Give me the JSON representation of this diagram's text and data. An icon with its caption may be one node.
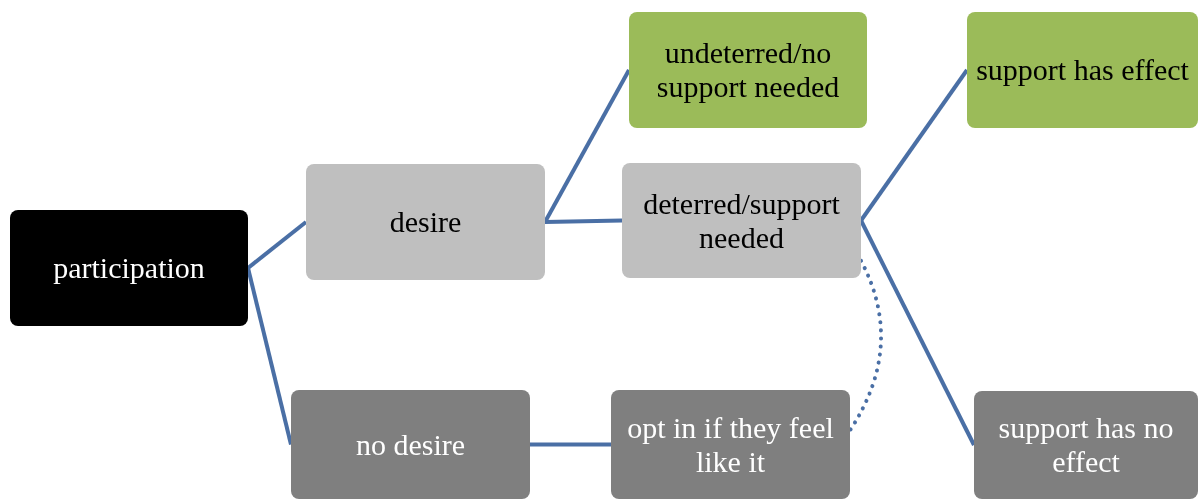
{
  "diagram": {
    "nodes": [
      {
        "text": [
          "participation"
        ]
      },
      {
        "text": [
          "desire"
        ]
      },
      {
        "text": [
          "no desire"
        ]
      },
      {
        "text": [
          "undeterred/no support needed"
        ]
      },
      {
        "text": [
          "deterred/support needed"
        ]
      },
      {
        "text": [
          "opt in if they feel like it"
        ]
      },
      {
        "text": [
          "support has effect"
        ]
      },
      {
        "text": [
          "support has no effect"
        ]
      }
    ],
    "edges": [
      {
        "from": 0,
        "to": 1,
        "arrow": "none"
      },
      {
        "from": 0,
        "to": 2,
        "arrow": "none"
      },
      {
        "from": 1,
        "to": 3,
        "arrow": "none"
      },
      {
        "from": 1,
        "to": 4,
        "arrow": "none"
      },
      {
        "from": 2,
        "to": 5,
        "arrow": "none"
      },
      {
        "from": 4,
        "to": 6,
        "arrow": "none"
      },
      {
        "from": 4,
        "to": 7,
        "arrow": "none"
      },
      {
        "from": 4,
        "to": 5,
        "arrow": "none",
        "style": "dashed"
      }
    ]
  }
}
